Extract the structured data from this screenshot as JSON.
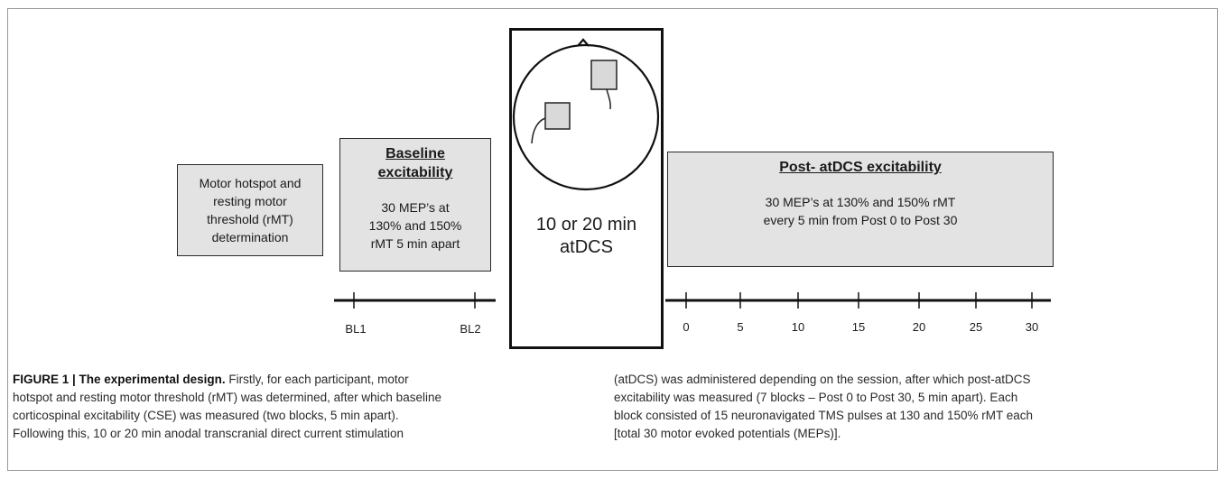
{
  "boxes": {
    "hotspot": "Motor hotspot and\nresting motor\nthreshold (rMT)\ndetermination",
    "baseline_title": "Baseline\nexcitability",
    "baseline_body": "30 MEP’s at\n130% and 150%\nrMT 5 min apart",
    "stimulation": "10 or 20 min\natDCS",
    "post_title": "Post- atDCS excitability",
    "post_body": "30 MEP’s at 130% and 150% rMT\nevery 5 min from Post 0 to Post 30"
  },
  "timeline": {
    "baseline_ticks": [
      "BL1",
      "BL2"
    ],
    "post_ticks": [
      "0",
      "5",
      "10",
      "15",
      "20",
      "25",
      "30"
    ]
  },
  "caption": {
    "label": "FIGURE 1 | The experimental design.",
    "left_line1_rest": " Firstly, for each participant, motor",
    "left_line2": "hotspot and resting motor threshold (rMT) was determined, after which baseline",
    "left_line3": "corticospinal excitability (CSE) was measured (two blocks, 5 min apart).",
    "left_line4": "Following this, 10 or 20 min anodal transcranial direct current stimulation",
    "right_line1": "(atDCS) was administered depending on the session, after which post-atDCS",
    "right_line2": "excitability was measured (7 blocks – Post 0 to Post 30, 5 min apart). Each",
    "right_line3": "block consisted of 15 neuronavigated TMS pulses at 130 and 150% rMT each",
    "right_line4": "[total 30 motor evoked potentials (MEPs)]."
  }
}
